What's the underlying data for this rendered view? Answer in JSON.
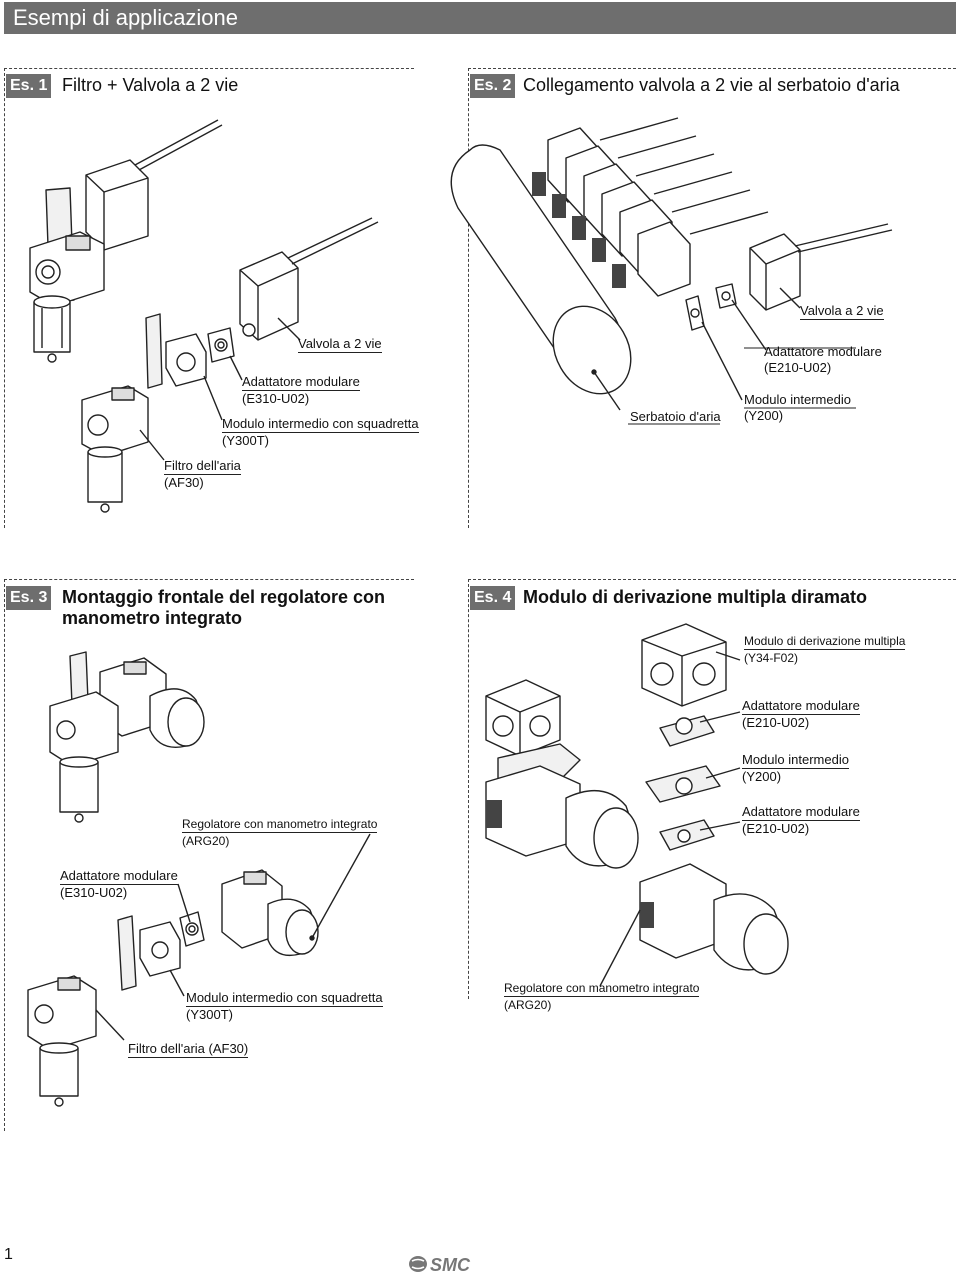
{
  "header": {
    "title": "Esempi di applicazione"
  },
  "examples": [
    {
      "badge": "Es. 1",
      "title": "Filtro + Valvola a 2 vie",
      "labels": {
        "valve": "Valvola a 2 vie",
        "adapter": [
          "Adattatore modulare",
          "(E310-U02)"
        ],
        "spacer": [
          "Modulo intermedio con squadretta",
          "(Y300T)"
        ],
        "filter": [
          "Filtro dell'aria",
          "(AF30)"
        ]
      }
    },
    {
      "badge": "Es. 2",
      "title": "Collegamento valvola a 2 vie al serbatoio d'aria",
      "labels": {
        "valve": "Valvola a 2 vie",
        "adapter": [
          "Adattatore modulare",
          "(E210-U02)"
        ],
        "tank": "Serbatoio d'aria",
        "spacer": [
          "Modulo intermedio",
          "(Y200)"
        ]
      }
    },
    {
      "badge": "Es. 3",
      "title": [
        "Montaggio frontale del regolatore con",
        "manometro integrato"
      ],
      "labels": {
        "regulator": [
          "Regolatore con manometro integrato",
          "(ARG20)"
        ],
        "adapter": [
          "Adattatore modulare",
          "(E310-U02)"
        ],
        "spacer": [
          "Modulo intermedio con squadretta",
          "(Y300T)"
        ],
        "filter": "Filtro dell'aria (AF30)"
      }
    },
    {
      "badge": "Es. 4",
      "title": "Modulo di derivazione multipla diramato",
      "labels": {
        "manifold": [
          "Modulo di derivazione multipla",
          "(Y34-F02)"
        ],
        "adapter1": [
          "Adattatore modulare",
          "(E210-U02)"
        ],
        "spacer": [
          "Modulo intermedio",
          "(Y200)"
        ],
        "adapter2": [
          "Adattatore modulare",
          "(E210-U02)"
        ],
        "regulator": [
          "Regolatore con manometro integrato",
          "(ARG20)"
        ]
      }
    }
  ],
  "footer": {
    "page": "1",
    "logo": "SMC"
  }
}
